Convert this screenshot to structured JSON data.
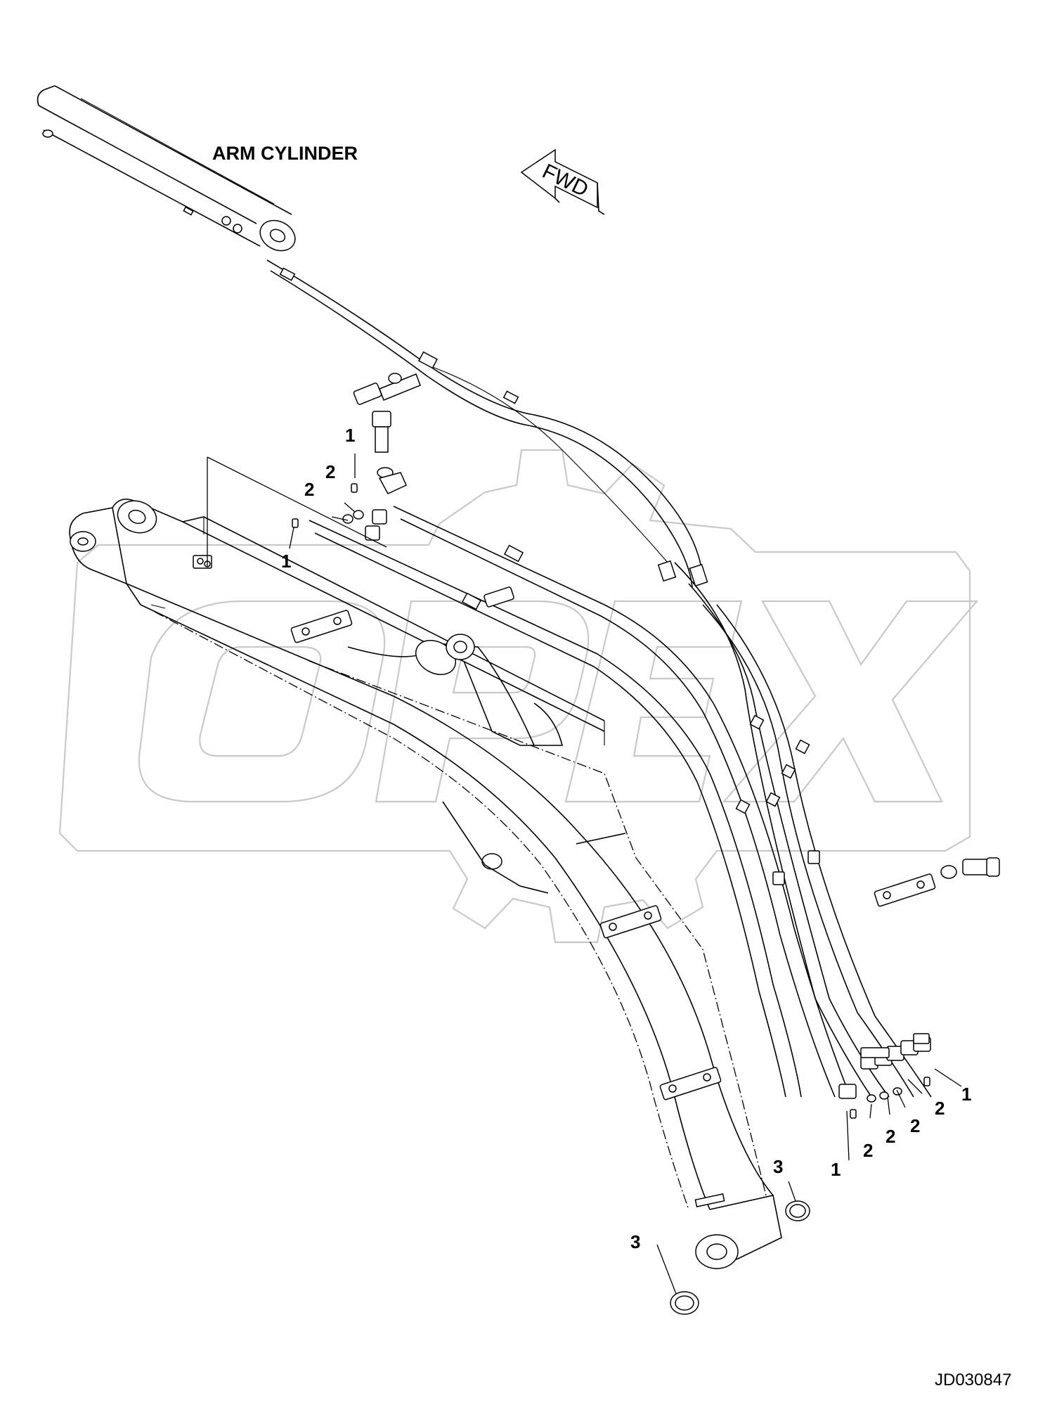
{
  "diagram": {
    "title": "ARM CYLINDER",
    "direction_label": "FWD",
    "drawing_id": "JD030847",
    "watermark_text": "OPEX",
    "callouts": [
      {
        "id": "c1",
        "label": "1"
      },
      {
        "id": "c2",
        "label": "2"
      },
      {
        "id": "c3",
        "label": "2"
      },
      {
        "id": "c4",
        "label": "1"
      },
      {
        "id": "c5",
        "label": "1"
      },
      {
        "id": "c6",
        "label": "2"
      },
      {
        "id": "c7",
        "label": "2"
      },
      {
        "id": "c8",
        "label": "2"
      },
      {
        "id": "c9",
        "label": "2"
      },
      {
        "id": "c10",
        "label": "1"
      },
      {
        "id": "c11",
        "label": "3"
      },
      {
        "id": "c12",
        "label": "3"
      }
    ]
  }
}
